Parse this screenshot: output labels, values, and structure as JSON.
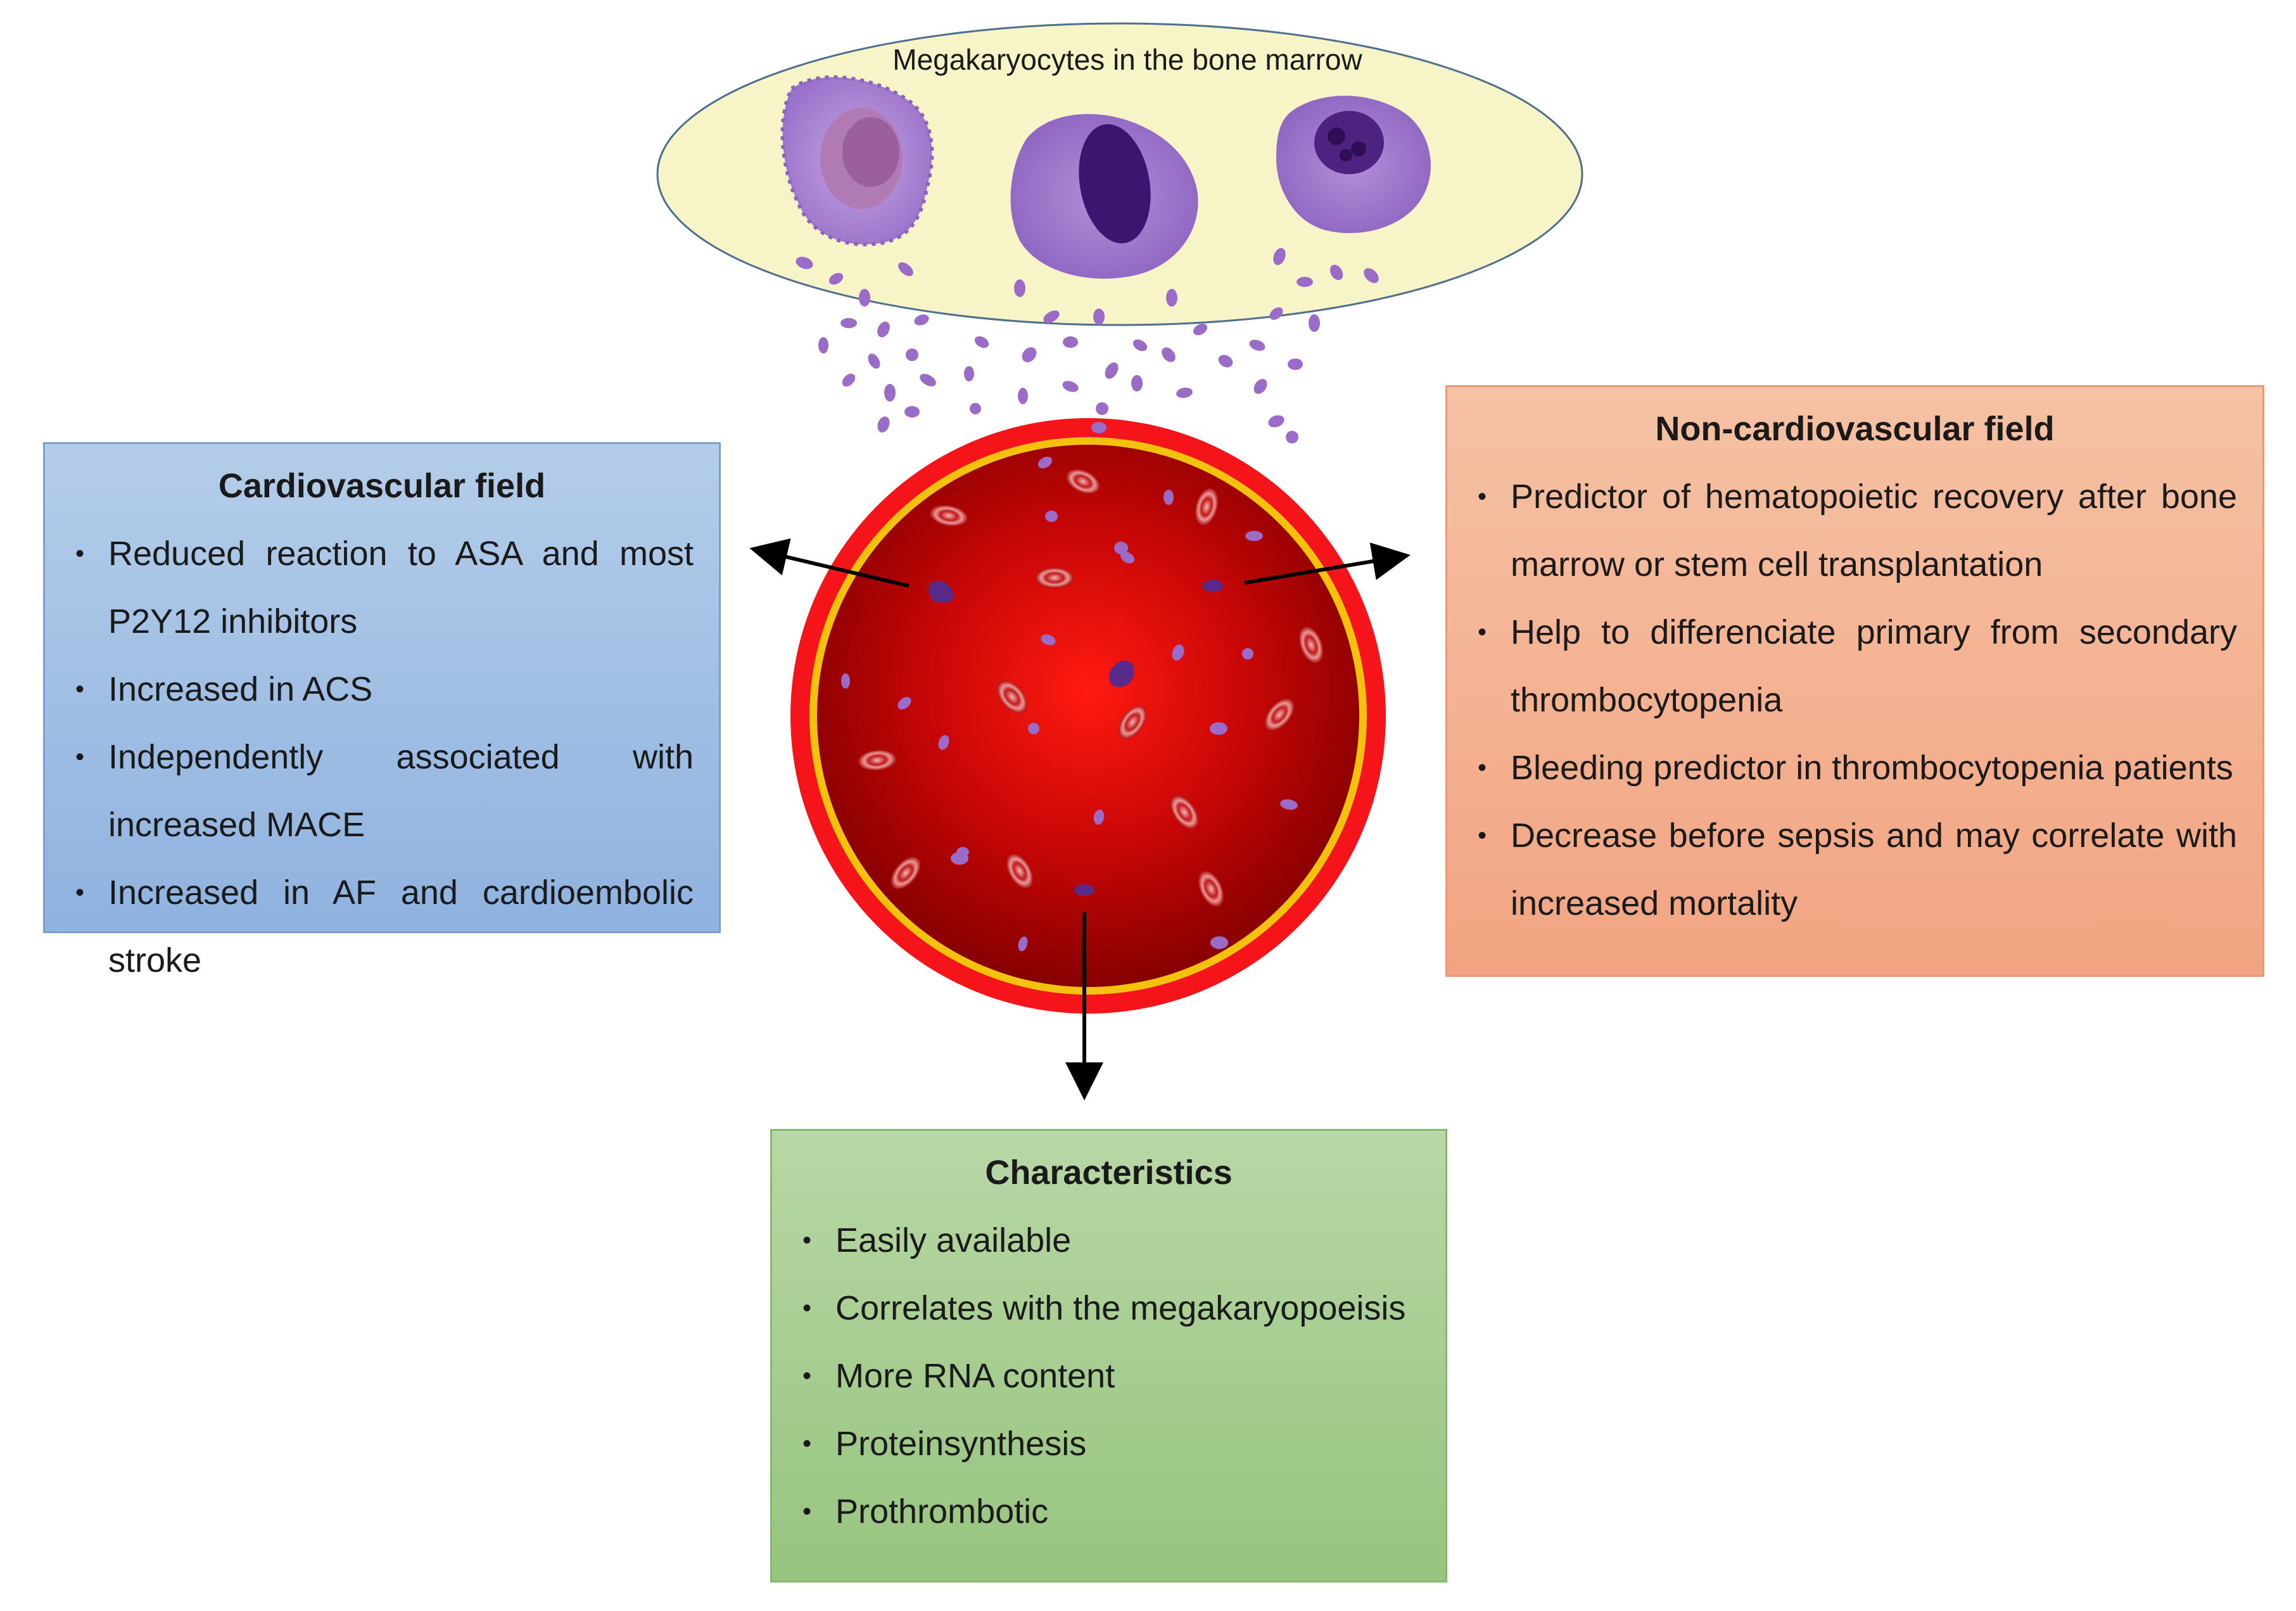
{
  "bone_marrow": {
    "title": "Megakaryocytes  in the bone marrow"
  },
  "cardiovascular": {
    "title": "Cardiovascular field",
    "items": [
      "Reduced reaction to ASA and most P2Y12 inhibitors",
      "Increased in ACS",
      "Independently associated with increased MACE",
      "Increased in AF and cardioembolic stroke"
    ]
  },
  "non_cardiovascular": {
    "title": "Non-cardiovascular field",
    "items": [
      "Predictor of hematopoietic recovery after bone marrow or stem cell transplantation",
      "Help to differenciate primary from secondary thrombocytopenia",
      "Bleeding predictor in thrombocytopenia patients",
      "Decrease before sepsis and may correlate with increased mortality"
    ]
  },
  "characteristics": {
    "title": "Characteristics",
    "items": [
      "Easily available",
      "Correlates with the megakaryopoeisis",
      "More RNA content",
      "Proteinsynthesis",
      "Prothrombotic"
    ]
  },
  "colors": {
    "vessel_outer": "#f5141a",
    "vessel_ring": "#f4c20d",
    "vessel_lumen_center": "#ff1010",
    "vessel_lumen_edge": "#8a0000",
    "ellipse_fill": "#f7f4c8",
    "cell_purple": "#9b6cc7",
    "nucleus": "#5a2a8a",
    "cardio_panel": "#a3c0e6",
    "noncardio_panel": "#f4b394",
    "char_panel": "#a8cf93"
  }
}
